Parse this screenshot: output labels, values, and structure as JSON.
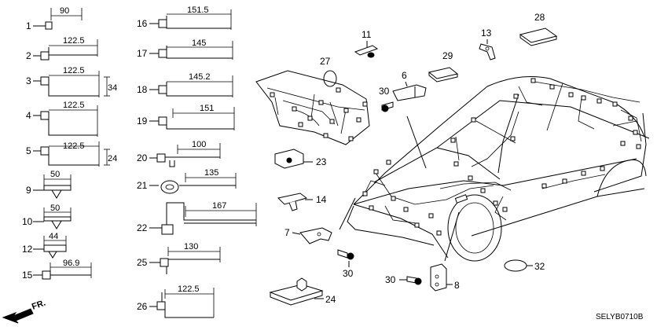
{
  "diagram": {
    "code": "SELYB0710B",
    "front_label": "FR.",
    "clips_left": [
      {
        "ref": "1",
        "dim": "90"
      },
      {
        "ref": "2",
        "dim": "122.5"
      },
      {
        "ref": "3",
        "dim": "122.5",
        "dim2": "34"
      },
      {
        "ref": "4",
        "dim": "122.5"
      },
      {
        "ref": "5",
        "dim": "122.5",
        "dim2": "24"
      },
      {
        "ref": "9",
        "dim": "50"
      },
      {
        "ref": "10",
        "dim": "50"
      },
      {
        "ref": "12",
        "dim": "44"
      },
      {
        "ref": "15",
        "dim": "96.9"
      }
    ],
    "clips_mid": [
      {
        "ref": "16",
        "dim": "151.5"
      },
      {
        "ref": "17",
        "dim": "145"
      },
      {
        "ref": "18",
        "dim": "145.2"
      },
      {
        "ref": "19",
        "dim": "151"
      },
      {
        "ref": "20",
        "dim": "100"
      },
      {
        "ref": "21",
        "dim": "135"
      },
      {
        "ref": "22",
        "dim": "167"
      },
      {
        "ref": "25",
        "dim": "130"
      },
      {
        "ref": "26",
        "dim": "122.5"
      }
    ],
    "parts": [
      {
        "ref": "11"
      },
      {
        "ref": "13"
      },
      {
        "ref": "27"
      },
      {
        "ref": "28"
      },
      {
        "ref": "29"
      },
      {
        "ref": "6"
      },
      {
        "ref": "30a",
        "label": "30"
      },
      {
        "ref": "23"
      },
      {
        "ref": "14"
      },
      {
        "ref": "7"
      },
      {
        "ref": "30b",
        "label": "30"
      },
      {
        "ref": "24"
      },
      {
        "ref": "32"
      },
      {
        "ref": "30c",
        "label": "30"
      },
      {
        "ref": "8"
      }
    ]
  }
}
